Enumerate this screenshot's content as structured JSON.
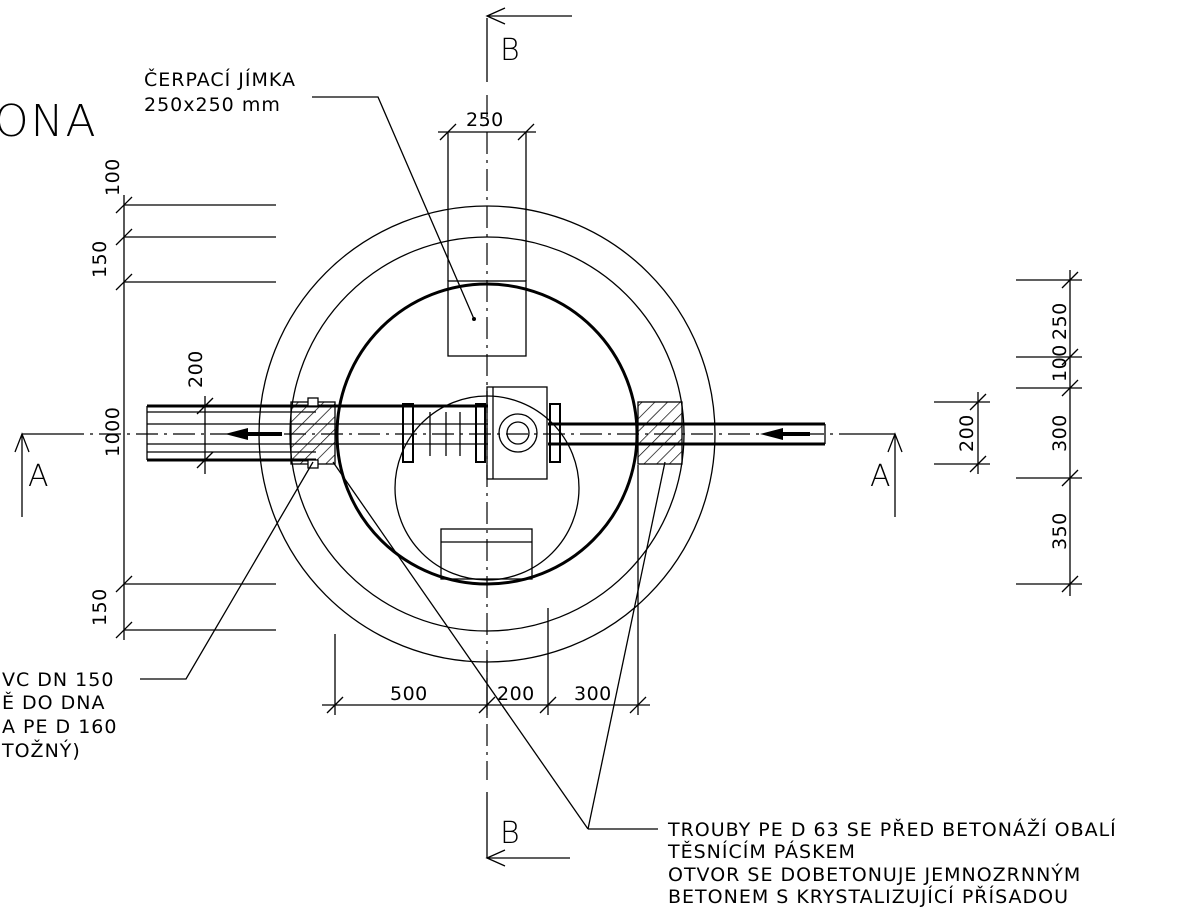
{
  "title_fragment": "ONA",
  "section_markers": {
    "b_top": "B",
    "b_bottom": "B",
    "a_left": "A",
    "a_right": "A"
  },
  "notes": {
    "sump_line1": "ČERPACÍ JÍMKA",
    "sump_line2": "250x250  mm",
    "pipe_line1": "VC  DN  150",
    "pipe_line2": "Ě  DO  DNA",
    "pipe_line3": "A  PE  D  160",
    "pipe_line4": "TOŽNÝ)",
    "bottom_line1": "TROUBY  PE  D  63  SE  PŘED  BETONÁŽÍ  OBALÍ",
    "bottom_line2": "TĚSNÍCÍM  PÁSKEM",
    "bottom_line3": "OTVOR  SE  DOBETONUJE  JEMNOZRNNÝM",
    "bottom_line4": "BETONEM  S  KRYSTALIZUJÍCÍ  PŘÍSADOU"
  },
  "dimensions": {
    "top_width": "250",
    "left_100": "100",
    "left_150_top": "150",
    "left_200": "200",
    "left_1000": "1000",
    "left_150_bottom": "150",
    "bottom_500": "500",
    "bottom_200": "200",
    "bottom_300": "300",
    "right_200": "200",
    "right_250": "250",
    "right_100": "100",
    "right_300": "300",
    "right_350": "350"
  }
}
